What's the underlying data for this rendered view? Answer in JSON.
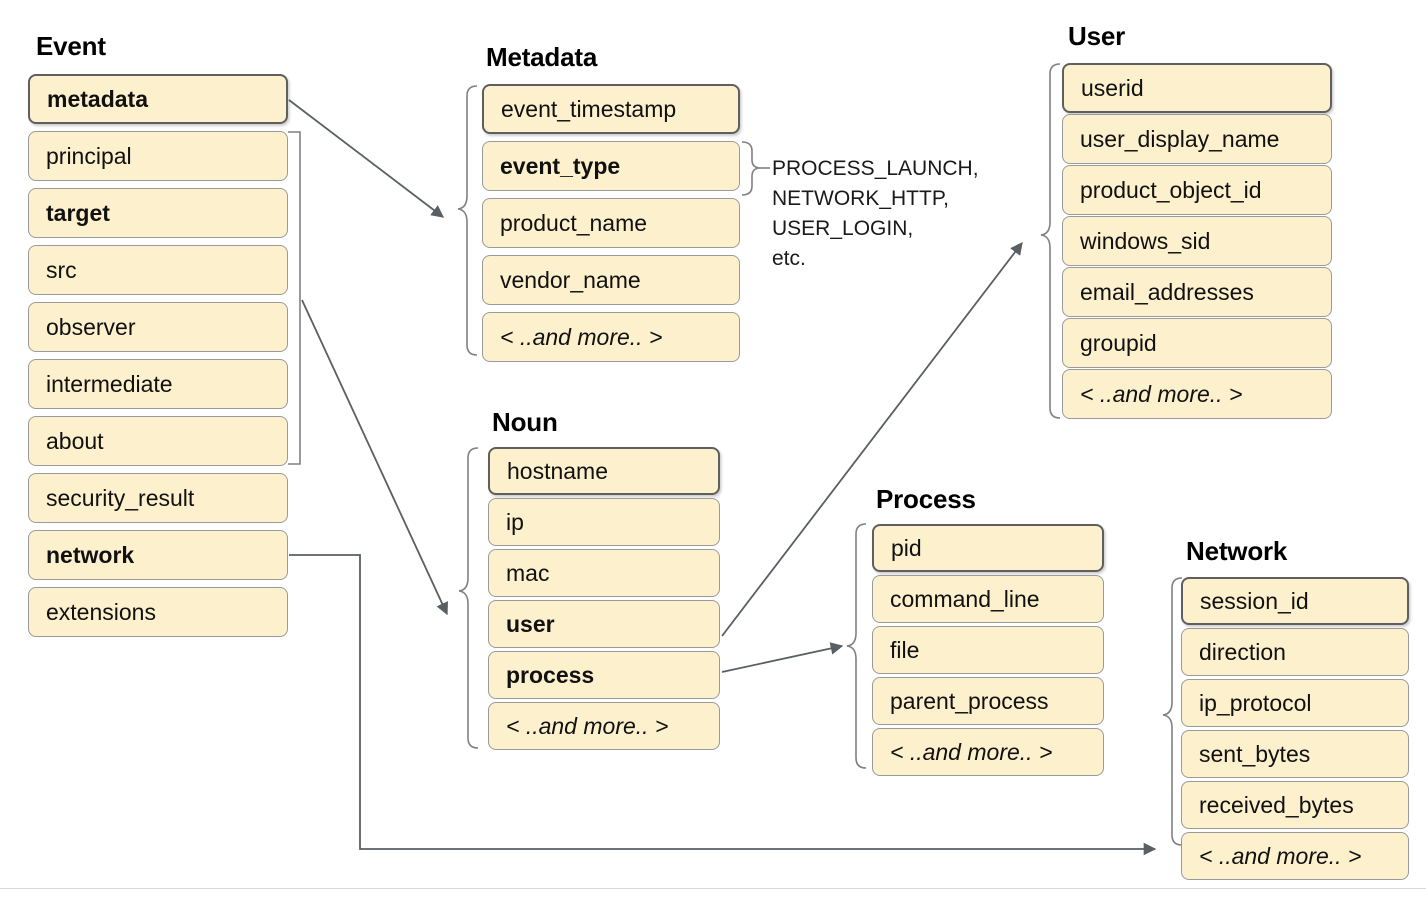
{
  "diagram": {
    "title_visible": false,
    "colors": {
      "box_fill": "#fdf0cd",
      "box_border": "#9a9a9a",
      "first_box_border": "#5f5f5f",
      "edge_stroke": "#5a5f63",
      "brace_stroke": "#808080",
      "text": "#111111",
      "background": "#ffffff"
    }
  },
  "groups": {
    "event": {
      "title": "Event",
      "fields": [
        {
          "label": "metadata",
          "bold": true
        },
        {
          "label": "principal",
          "bold": false
        },
        {
          "label": "target",
          "bold": true
        },
        {
          "label": "src",
          "bold": false
        },
        {
          "label": "observer",
          "bold": false
        },
        {
          "label": "intermediate",
          "bold": false
        },
        {
          "label": "about",
          "bold": false
        },
        {
          "label": "security_result",
          "bold": false
        },
        {
          "label": "network",
          "bold": true
        },
        {
          "label": "extensions",
          "bold": false
        }
      ]
    },
    "metadata": {
      "title": "Metadata",
      "fields": [
        {
          "label": "event_timestamp",
          "bold": false
        },
        {
          "label": "event_type",
          "bold": true
        },
        {
          "label": "product_name",
          "bold": false
        },
        {
          "label": "vendor_name",
          "bold": false
        },
        {
          "label": "< ..and more.. >",
          "bold": false,
          "more": true
        }
      ]
    },
    "user": {
      "title": "User",
      "fields": [
        {
          "label": "userid",
          "bold": false
        },
        {
          "label": "user_display_name",
          "bold": false
        },
        {
          "label": "product_object_id",
          "bold": false
        },
        {
          "label": "windows_sid",
          "bold": false
        },
        {
          "label": "email_addresses",
          "bold": false
        },
        {
          "label": "groupid",
          "bold": false
        },
        {
          "label": "< ..and more.. >",
          "bold": false,
          "more": true
        }
      ]
    },
    "noun": {
      "title": "Noun",
      "fields": [
        {
          "label": "hostname",
          "bold": false
        },
        {
          "label": "ip",
          "bold": false
        },
        {
          "label": "mac",
          "bold": false
        },
        {
          "label": "user",
          "bold": true
        },
        {
          "label": "process",
          "bold": true
        },
        {
          "label": "< ..and more.. >",
          "bold": false,
          "more": true
        }
      ]
    },
    "process": {
      "title": "Process",
      "fields": [
        {
          "label": "pid",
          "bold": false
        },
        {
          "label": "command_line",
          "bold": false
        },
        {
          "label": "file",
          "bold": false
        },
        {
          "label": "parent_process",
          "bold": false
        },
        {
          "label": "< ..and more.. >",
          "bold": false,
          "more": true
        }
      ]
    },
    "network": {
      "title": "Network",
      "fields": [
        {
          "label": "session_id",
          "bold": false
        },
        {
          "label": "direction",
          "bold": false
        },
        {
          "label": "ip_protocol",
          "bold": false
        },
        {
          "label": "sent_bytes",
          "bold": false
        },
        {
          "label": "received_bytes",
          "bold": false
        },
        {
          "label": "< ..and more.. >",
          "bold": false,
          "more": true
        }
      ]
    }
  },
  "annotations": {
    "event_type_values": "PROCESS_LAUNCH,\nNETWORK_HTTP,\nUSER_LOGIN,\netc."
  },
  "edges": [
    {
      "from": "event.metadata",
      "to": "metadata-group"
    },
    {
      "from": "event.principal-through-about",
      "to": "noun-group"
    },
    {
      "from": "event.network",
      "to": "network-group"
    },
    {
      "from": "noun.user",
      "to": "user-group"
    },
    {
      "from": "noun.process",
      "to": "process-group"
    },
    {
      "from": "metadata.event_type",
      "to": "event-type-values-callout"
    }
  ]
}
